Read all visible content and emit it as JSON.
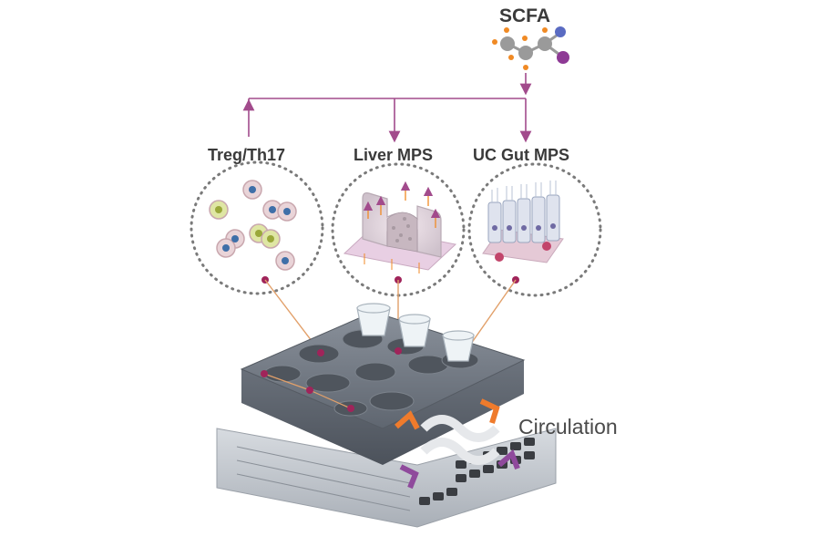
{
  "labels": {
    "scfa": "SCFA",
    "treg": "Treg/Th17",
    "liver": "Liver MPS",
    "gut": "UC Gut MPS",
    "circulation": "Circulation"
  },
  "colors": {
    "arrow": "#a24b8c",
    "orange": "#f08a24",
    "grey_molecule": "#9a9a9a",
    "blue_atom": "#5a6bc2",
    "purple_atom": "#8e3a95",
    "platform": "#6d7480",
    "circulation_arrow": "#ef7b2c",
    "circulation_purple": "#8f4a9c"
  },
  "icons": [
    "scfa-molecule-icon",
    "immune-cells-icon",
    "liver-tissue-icon",
    "gut-epithelium-icon",
    "circulation-arrows-icon"
  ]
}
